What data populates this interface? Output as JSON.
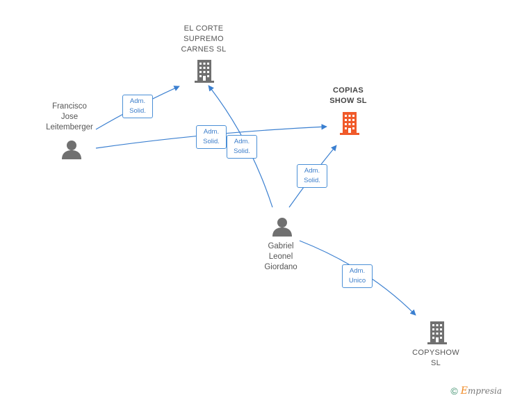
{
  "nodes": {
    "el_corte": {
      "label": "EL CORTE\nSUPREMO\nCARNES  SL",
      "type": "company",
      "color": "#707070"
    },
    "copias_show": {
      "label": "COPIAS\nSHOW  SL",
      "type": "company",
      "color": "#f05a2a"
    },
    "copyshow": {
      "label": "COPYSHOW\nSL",
      "type": "company",
      "color": "#707070"
    },
    "francisco": {
      "label": "Francisco\nJose\nLeitemberger",
      "type": "person",
      "color": "#707070"
    },
    "gabriel": {
      "label": "Gabriel\nLeonel\nGiordano",
      "type": "person",
      "color": "#707070"
    }
  },
  "edges": {
    "francisco_elcorte": "Adm.\nSolid.",
    "francisco_copias": "Adm.\nSolid.",
    "gabriel_elcorte": "Adm.\nSolid.",
    "gabriel_copias": "Adm.\nSolid.",
    "gabriel_copyshow": "Adm.\nUnico"
  },
  "colors": {
    "edge": "#3a7fd0",
    "accent": "#f05a2a"
  },
  "footer": {
    "copyright": "©",
    "brand_first": "E",
    "brand_rest": "mpresia"
  }
}
